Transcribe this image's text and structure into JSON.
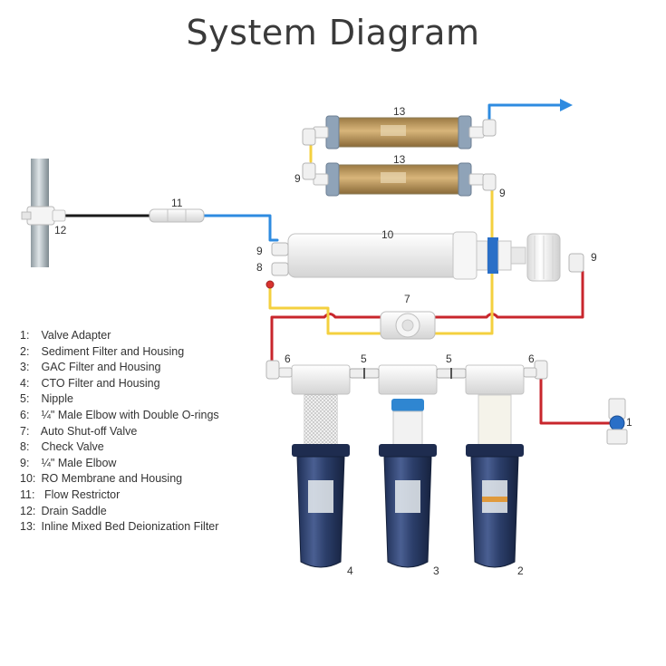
{
  "title": "System Diagram",
  "callouts": {
    "valve_adapter": "1",
    "sediment_filter": "2",
    "gac_filter": "3",
    "cto_filter": "4",
    "nipple_left": "5",
    "nipple_right": "5",
    "elbow_left": "6",
    "elbow_right": "6",
    "shutoff_valve": "7",
    "check_valve": "8",
    "elbow_di_left": "9",
    "elbow_di_right": "9",
    "elbow_membrane_in": "9",
    "elbow_membrane_out": "9",
    "membrane": "10",
    "flow_restrictor": "11",
    "drain_saddle": "12",
    "di_filter_top": "13",
    "di_filter_bottom": "13"
  },
  "legend": [
    {
      "num": "1:",
      "text": "Valve Adapter"
    },
    {
      "num": "2:",
      "text": "Sediment Filter and Housing"
    },
    {
      "num": "3:",
      "text": "GAC Filter and Housing"
    },
    {
      "num": "4:",
      "text": "CTO Filter and Housing"
    },
    {
      "num": "5:",
      "text": "Nipple"
    },
    {
      "num": "6:",
      "text": "¼\" Male Elbow with Double O-rings"
    },
    {
      "num": "7:",
      "text": "Auto Shut-off Valve"
    },
    {
      "num": "8:",
      "text": "Check Valve"
    },
    {
      "num": "9:",
      "text": "¼\" Male Elbow"
    },
    {
      "num": "10:",
      "text": "RO Membrane and Housing"
    },
    {
      "num": "11:",
      "text": " Flow Restrictor"
    },
    {
      "num": "12:",
      "text": "Drain Saddle"
    },
    {
      "num": "13:",
      "text": "Inline Mixed Bed Deionization Filter"
    }
  ],
  "colors": {
    "red_tube": "#c8262c",
    "yellow_tube": "#f4d03f",
    "blue_tube": "#2e8be0",
    "black_tube": "#1a1a1a",
    "housing_blue": "#2c3f6b",
    "fitting_white": "#eeeeee",
    "di_resin": "#c9a66b"
  }
}
